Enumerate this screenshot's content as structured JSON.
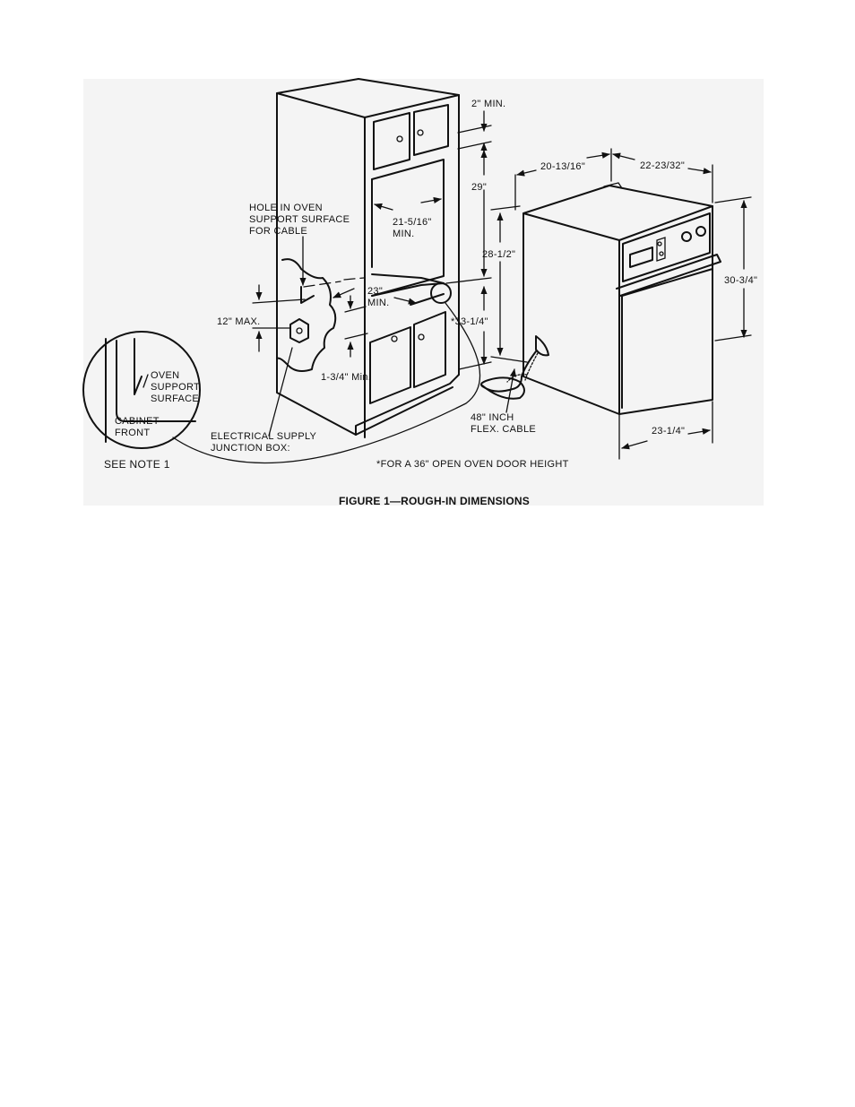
{
  "figure": {
    "caption": "FIGURE 1—ROUGH-IN DIMENSIONS",
    "labels": {
      "two_min": "2\" MIN.",
      "twenty_nine": "29\"",
      "w_20_13_16": "20-13/16\"",
      "w_22_23_32": "22-23/32\"",
      "hole_line1": "HOLE IN OVEN",
      "hole_line2": "SUPPORT SURFACE",
      "hole_line3": "FOR CABLE",
      "w_21_5_16": "21-5/16\"",
      "w_21_min": "MIN.",
      "h_28_1_2": "28-1/2\"",
      "h_30_3_4": "30-3/4\"",
      "d_23": "23\"",
      "d_23_min": "MIN.",
      "h_12_max": "12\" MAX.",
      "h_33_1_4": "*33-1/4\"",
      "oven_support_1": "OVEN",
      "oven_support_2": "SUPPORT",
      "oven_support_3": "SURFACE",
      "h_1_3_4": "1-3/4\" Min.",
      "cabinet_front_1": "CABINET",
      "cabinet_front_2": "FRONT",
      "cable_1": "48\" INCH",
      "cable_2": "FLEX. CABLE",
      "d_23_1_4": "23-1/4\"",
      "junction_1": "ELECTRICAL SUPPLY",
      "junction_2": "JUNCTION BOX:",
      "see_note": "SEE NOTE 1",
      "footnote": "*FOR A 36\" OPEN OVEN DOOR HEIGHT"
    }
  }
}
